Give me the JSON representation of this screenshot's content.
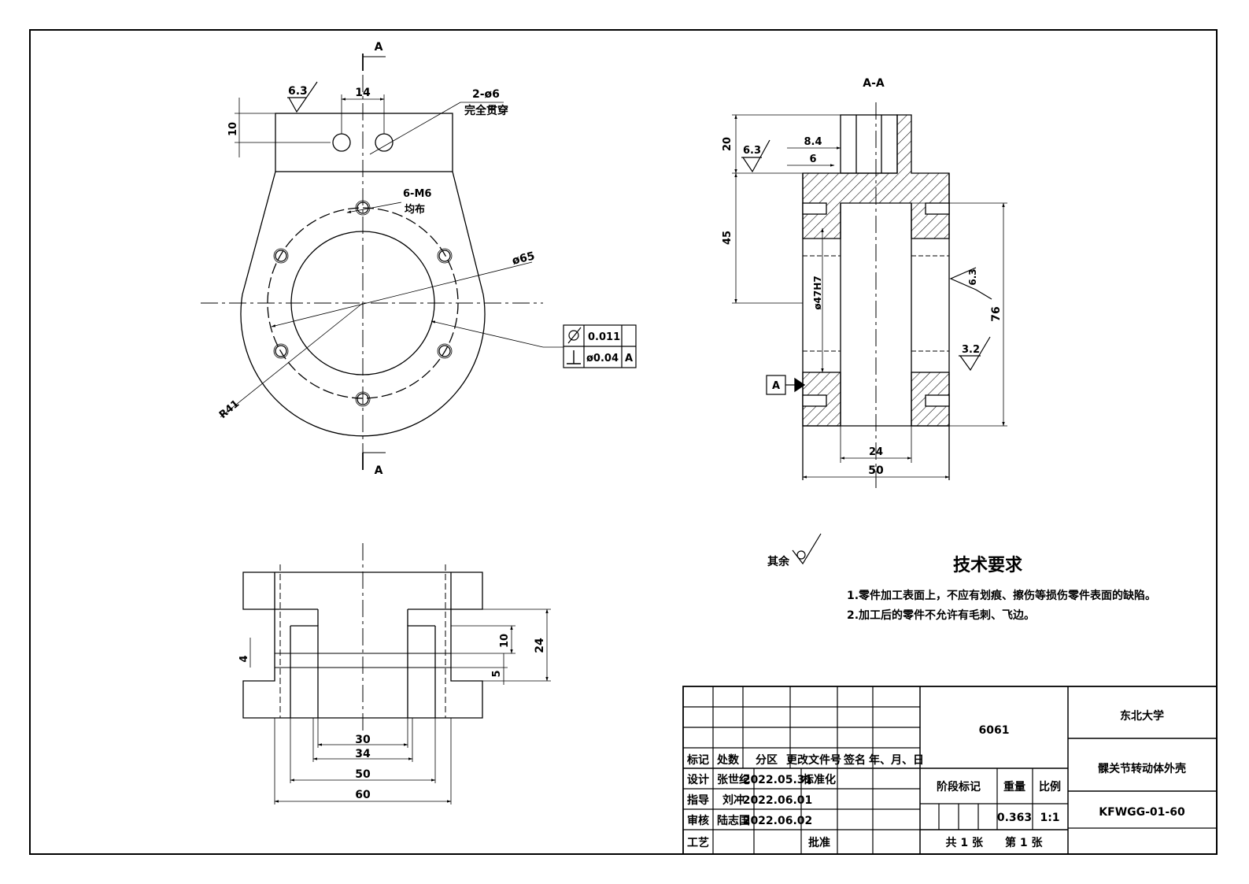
{
  "views": {
    "front": {
      "section_mark_top": "A",
      "section_mark_bottom": "A",
      "roughness_top": "6.3",
      "dim_hole_spacing": "14",
      "dim_top_offset": "10",
      "holes_note_line1": "2-ø6",
      "holes_note_line2": "完全贯穿",
      "thread_note_line1": "6-M6",
      "thread_note_line2": "均布",
      "dim_pcd": "ø65",
      "dim_radius": "R41",
      "fcf_1_value": "0.011",
      "fcf_2_value": "ø0.04",
      "fcf_2_datum": "A"
    },
    "section": {
      "title": "A-A",
      "dim_top_height": "20",
      "dim_mid_height": "45",
      "dim_depth_84": "8.4",
      "dim_depth_6": "6",
      "roughness_left": "6.3",
      "dim_bore": "ø47H7",
      "roughness_bore": "6.3",
      "roughness_right": "3.2",
      "dim_total_height": "76",
      "datum_label": "A",
      "dim_inner_width": "24",
      "dim_outer_width": "50"
    },
    "bottom": {
      "dim_30": "30",
      "dim_34": "34",
      "dim_50": "50",
      "dim_60": "60",
      "dim_4": "4",
      "dim_10": "10",
      "dim_5": "5",
      "dim_24": "24"
    }
  },
  "notes": {
    "other_roughness_label": "其余",
    "tech_title": "技术要求",
    "line1": "1.零件加工表面上，不应有划痕、擦伤等损伤零件表面的缺陷。",
    "line2": "2.加工后的零件不允许有毛刺、飞边。"
  },
  "title_block": {
    "material": "6061",
    "school": "东北大学",
    "part_name": "髁关节转动体外壳",
    "drawing_no": "KFWGG-01-60",
    "headers": [
      "标记",
      "处数",
      "分区",
      "更改文件号",
      "签名",
      "年、月、日"
    ],
    "design_label": "设计",
    "design_name": "张世纪",
    "design_date": "2022.05.31",
    "std_label": "标准化",
    "guide_label": "指导",
    "guide_name": "刘冲",
    "guide_date": "2022.06.01",
    "review_label": "审核",
    "review_name": "陆志国",
    "review_date": "2022.06.02",
    "craft_label": "工艺",
    "approve_label": "批准",
    "stage_label": "阶段标记",
    "weight_label": "重量",
    "scale_label": "比例",
    "weight": "0.363",
    "scale": "1:1",
    "sheets_text": "共 1 张　　第 1 张"
  }
}
